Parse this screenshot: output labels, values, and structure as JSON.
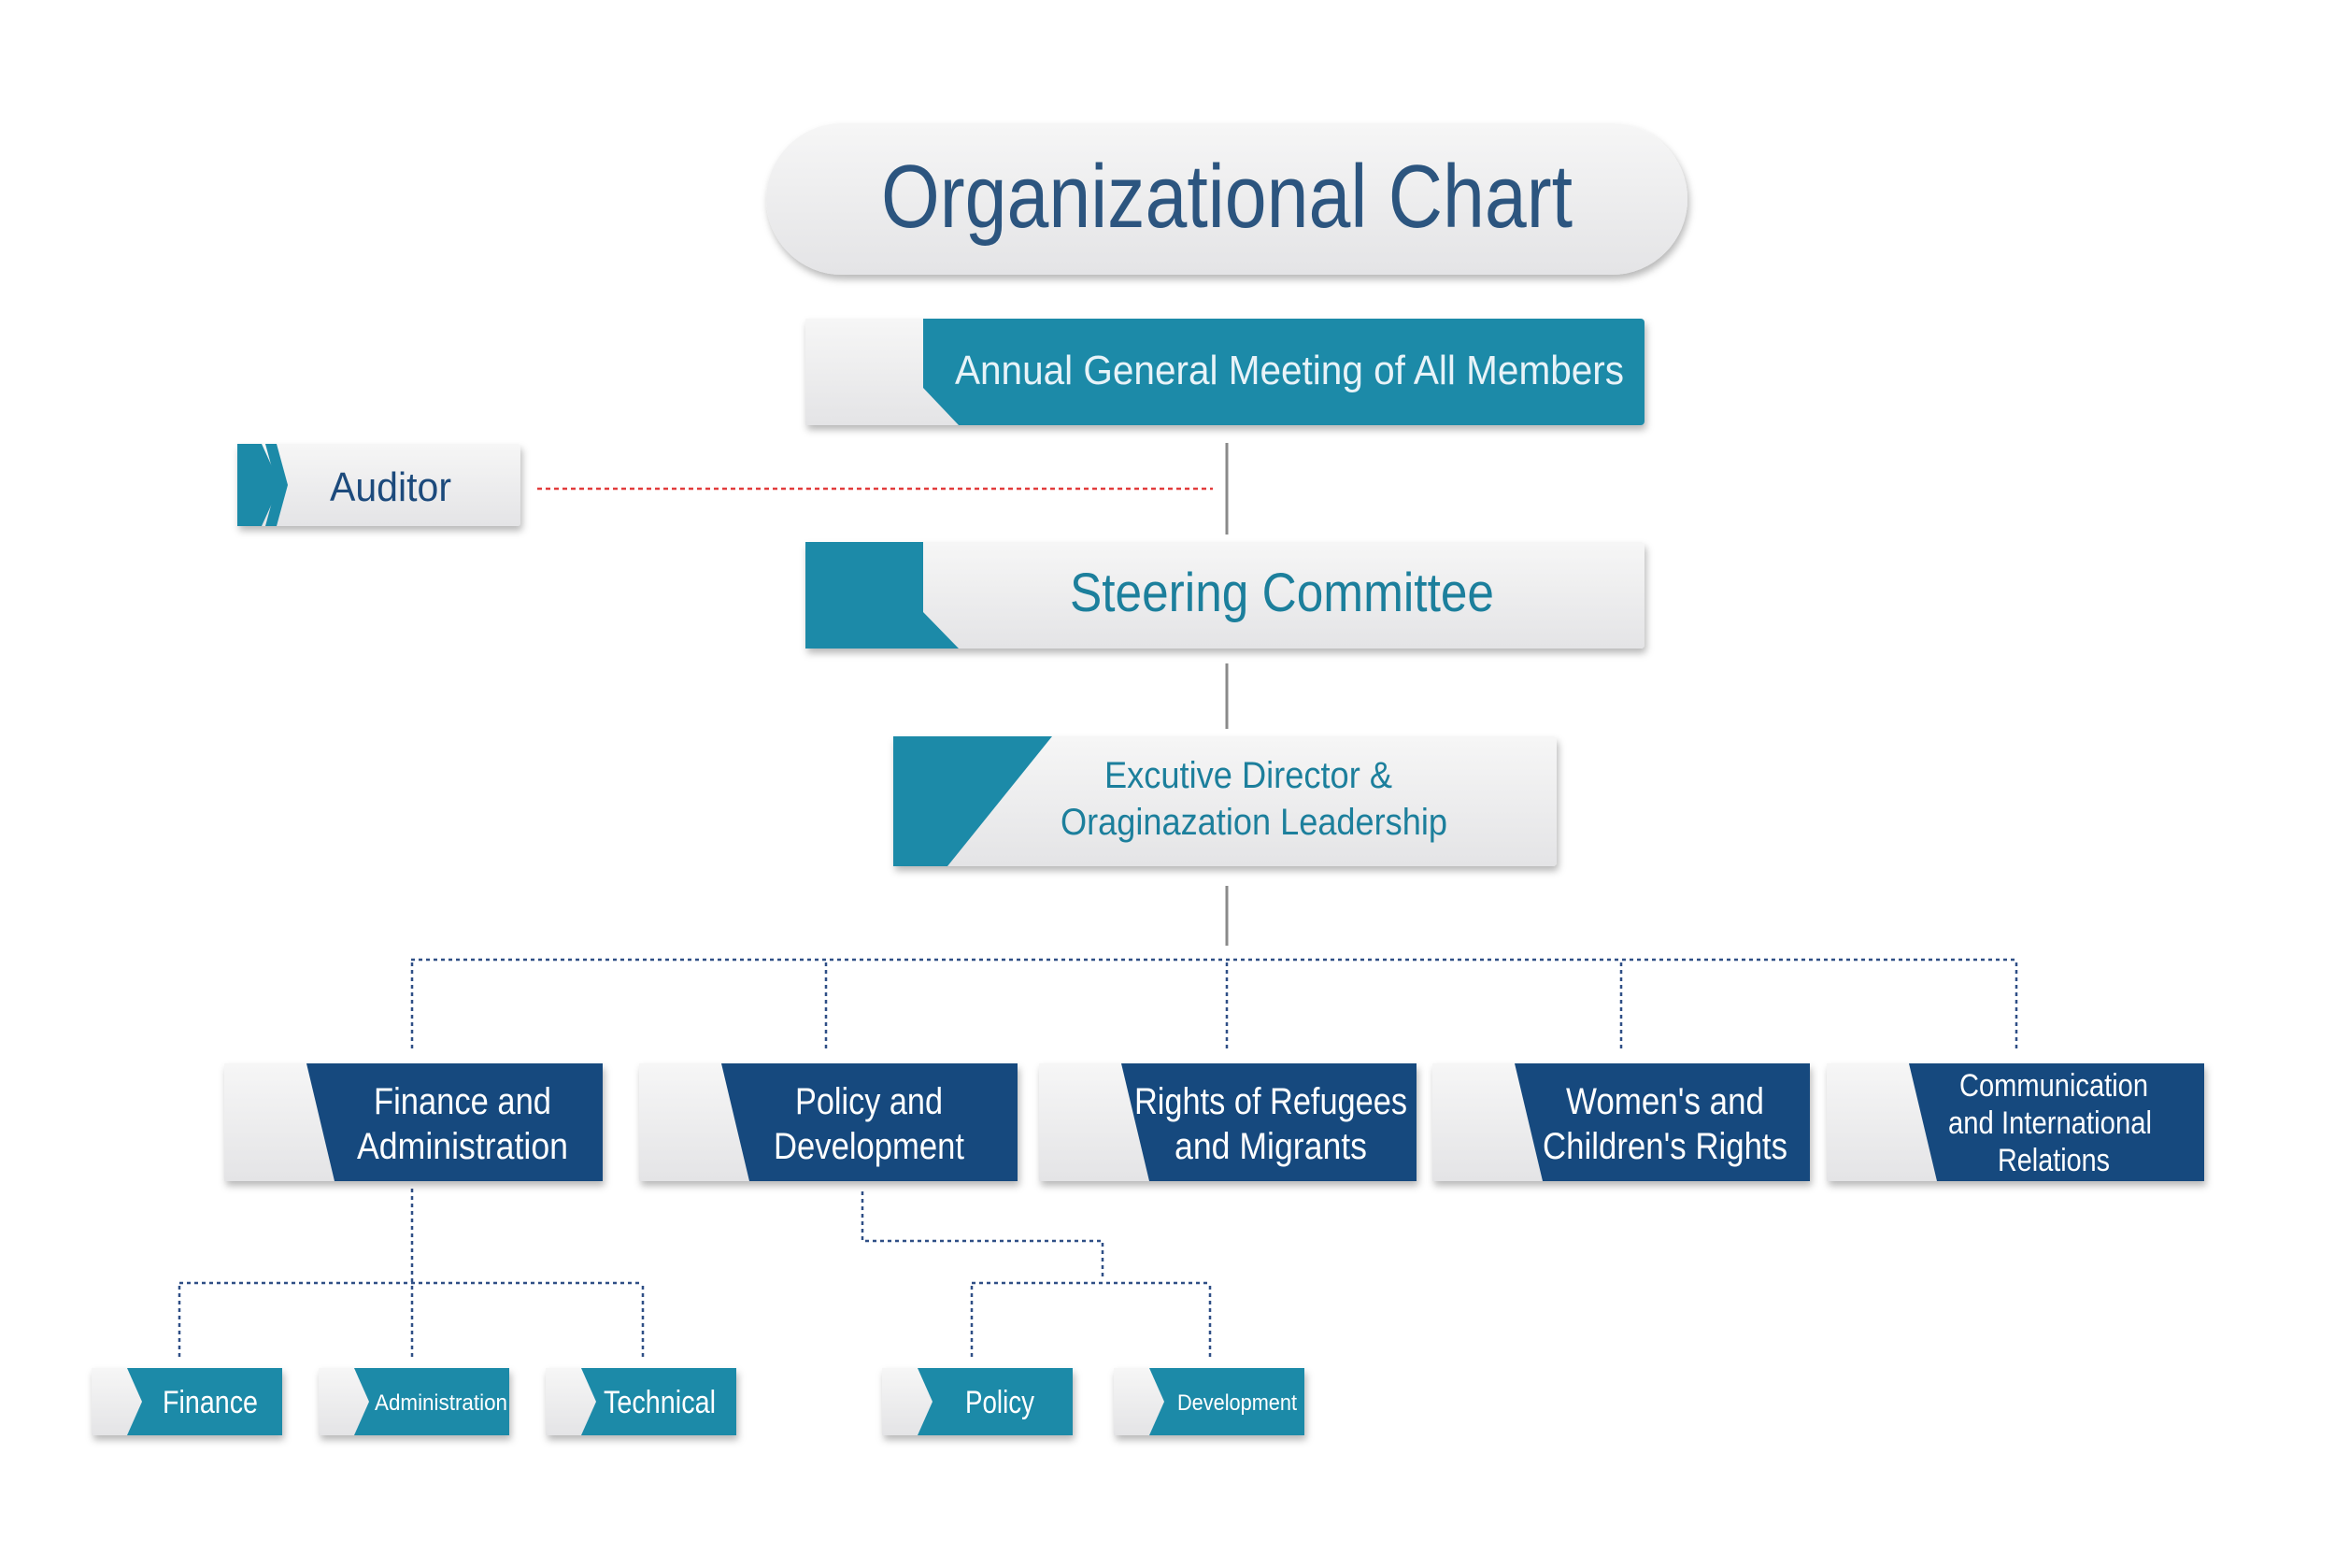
{
  "title": "Organizational Chart",
  "colors": {
    "teal": "#1f8aa8",
    "navy": "#144a7e",
    "light_gray": "#eeeeef",
    "title_text": "#2c557f",
    "connector": "#8a8a8a",
    "dotted_line": "#2f4f86",
    "auditor_line": "#e23b3b"
  },
  "nodes": {
    "agm": "Annual General Meeting of All Members",
    "auditor": "Auditor",
    "steering": "Steering Committee",
    "executive": [
      "Excutive Director &",
      "Oraginazation Leadership"
    ]
  },
  "departments": [
    {
      "id": "finance-admin",
      "lines": [
        "Finance and",
        "Administration"
      ]
    },
    {
      "id": "policy-dev",
      "lines": [
        "Policy and",
        "Development"
      ]
    },
    {
      "id": "refugees",
      "lines": [
        "Rights of Refugees",
        "and Migrants"
      ]
    },
    {
      "id": "women-children",
      "lines": [
        "Women's and",
        "Children's Rights"
      ]
    },
    {
      "id": "communication",
      "lines": [
        "Communication",
        "and International",
        "Relations"
      ]
    }
  ],
  "subunits": [
    {
      "id": "finance",
      "label": "Finance"
    },
    {
      "id": "administration",
      "label": "Administration"
    },
    {
      "id": "technical",
      "label": "Technical"
    },
    {
      "id": "policy",
      "label": "Policy"
    },
    {
      "id": "development",
      "label": "Development"
    }
  ]
}
